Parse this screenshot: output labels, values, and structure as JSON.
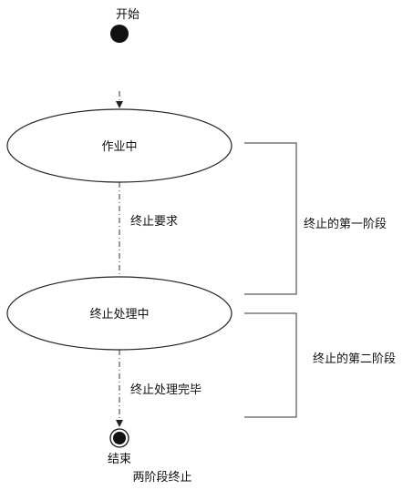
{
  "diagram": {
    "start_label": "开始",
    "end_label": "结束",
    "states": {
      "working": "作业中",
      "terminating": "终止处理中"
    },
    "transitions": {
      "stop_request": "终止要求",
      "stop_done": "终止处理完毕"
    },
    "phases": {
      "first": "终止的第一阶段",
      "second": "终止的第二阶段"
    },
    "caption": "两阶段终止"
  },
  "colors": {
    "ink": "#111111",
    "line": "#333333",
    "background": "#ffffff"
  }
}
